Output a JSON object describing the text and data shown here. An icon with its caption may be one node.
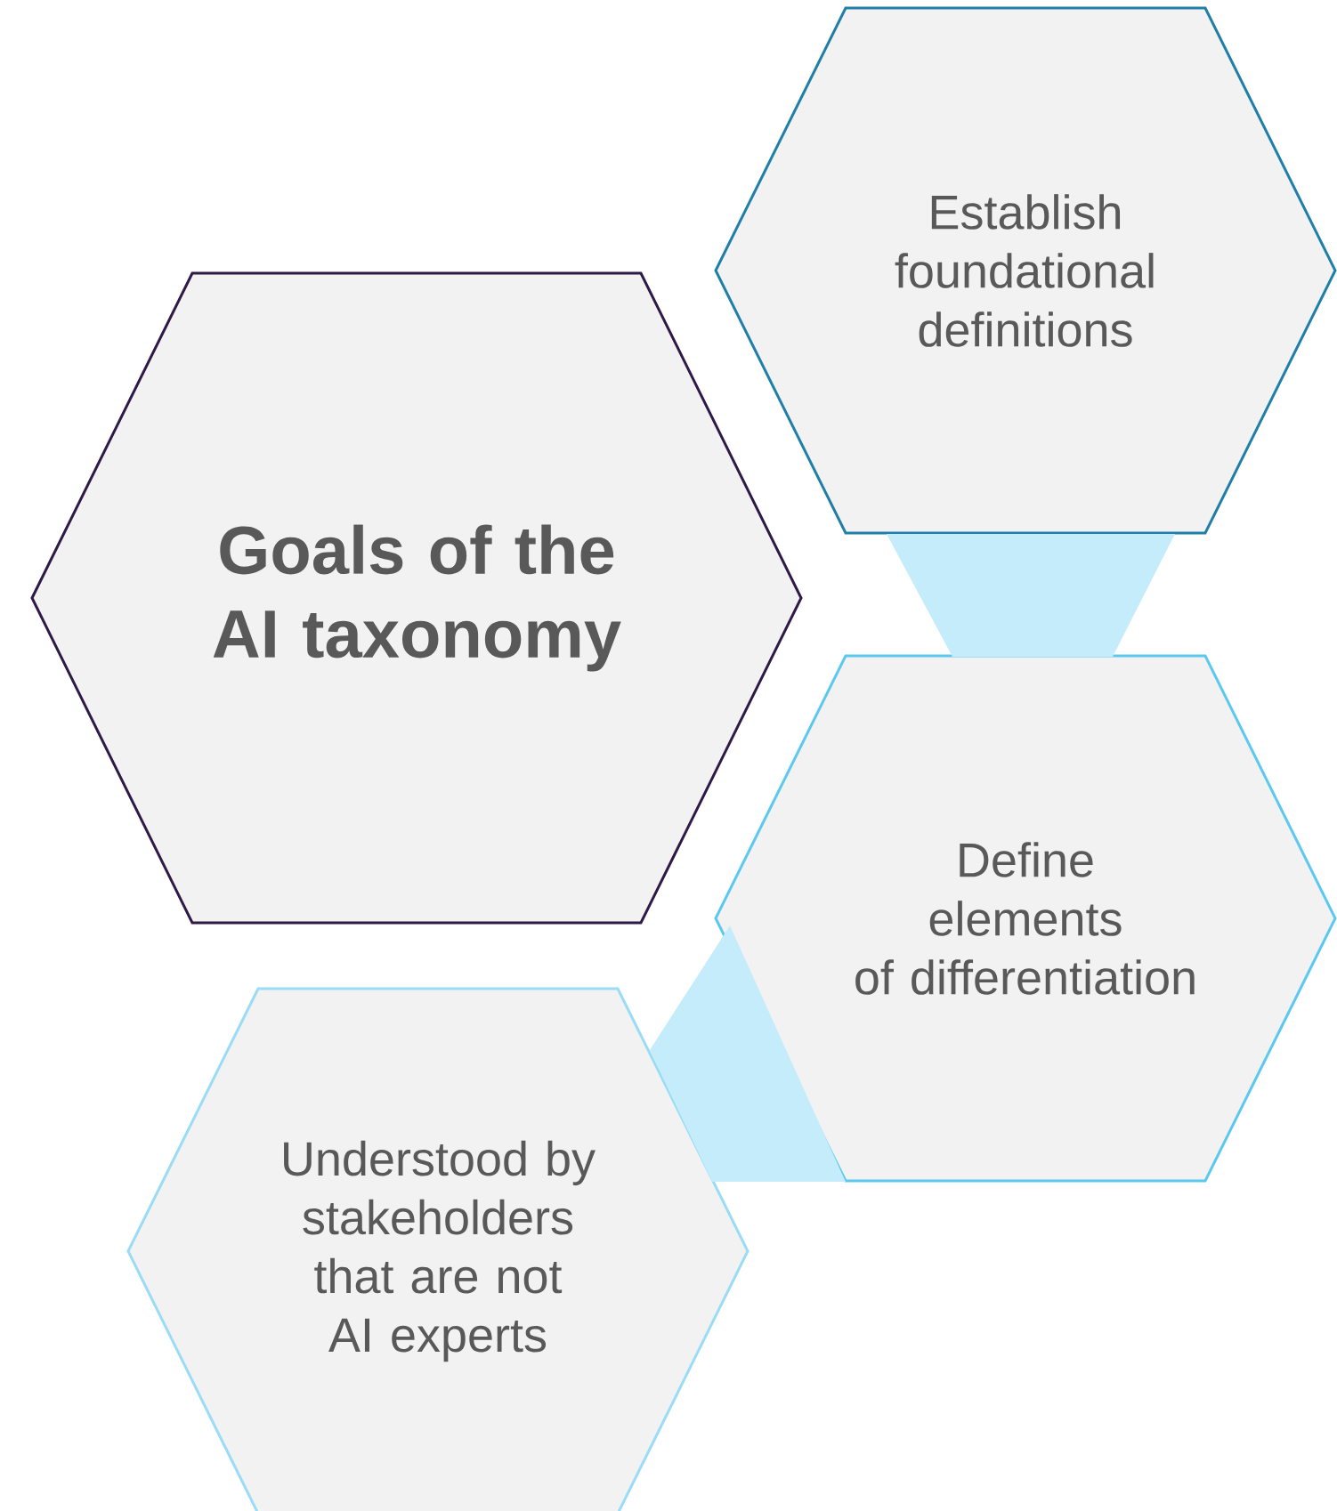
{
  "diagram": {
    "nodes": [
      {
        "text": [
          "Goals of the AI taxonomy"
        ]
      },
      {
        "text": [
          "Establish foundational definitions"
        ]
      },
      {
        "text": [
          "Define elements of differentiation"
        ]
      },
      {
        "text": [
          "Understood by stakeholders that are not AI experts"
        ]
      }
    ],
    "edges": [
      {
        "from": 1,
        "to": 2,
        "arrow": "none"
      },
      {
        "from": 3,
        "to": 2,
        "arrow": "none"
      }
    ]
  }
}
